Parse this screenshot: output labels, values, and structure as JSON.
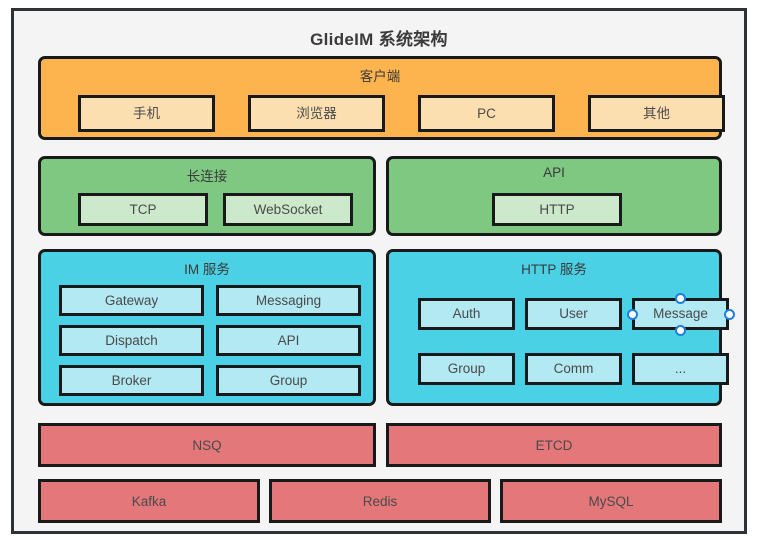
{
  "diagram": {
    "title": "GlideIM 系统架构",
    "colors": {
      "client_group": "#FDB44E",
      "client_node": "#FCDFB0",
      "connection_group": "#7FC881",
      "connection_node": "#CCE9CC",
      "service_group": "#4AD1E5",
      "service_node": "#B2E9F2",
      "infra_node": "#E4777A",
      "border": "#18191a",
      "canvas": "#f4f4f4",
      "selection_handle": "#1f7fe0"
    },
    "groups": {
      "client": {
        "label": "客户端",
        "nodes": [
          {
            "label": "手机"
          },
          {
            "label": "浏览器"
          },
          {
            "label": "PC"
          },
          {
            "label": "其他"
          }
        ]
      },
      "long_connection": {
        "label": "长连接",
        "nodes": [
          {
            "label": "TCP"
          },
          {
            "label": "WebSocket"
          }
        ]
      },
      "api": {
        "label": "API",
        "nodes": [
          {
            "label": "HTTP"
          }
        ]
      },
      "im_service": {
        "label": "IM 服务",
        "nodes": [
          {
            "label": "Gateway"
          },
          {
            "label": "Messaging"
          },
          {
            "label": "Dispatch"
          },
          {
            "label": "API"
          },
          {
            "label": "Broker"
          },
          {
            "label": "Group"
          }
        ]
      },
      "http_service": {
        "label": "HTTP 服务",
        "nodes": [
          {
            "label": "Auth"
          },
          {
            "label": "User"
          },
          {
            "label": "Message",
            "selected": true
          },
          {
            "label": "Group"
          },
          {
            "label": "Comm"
          },
          {
            "label": "..."
          }
        ]
      }
    },
    "middleware": [
      {
        "label": "NSQ"
      },
      {
        "label": "ETCD"
      }
    ],
    "storage": [
      {
        "label": "Kafka"
      },
      {
        "label": "Redis"
      },
      {
        "label": "MySQL"
      }
    ]
  }
}
